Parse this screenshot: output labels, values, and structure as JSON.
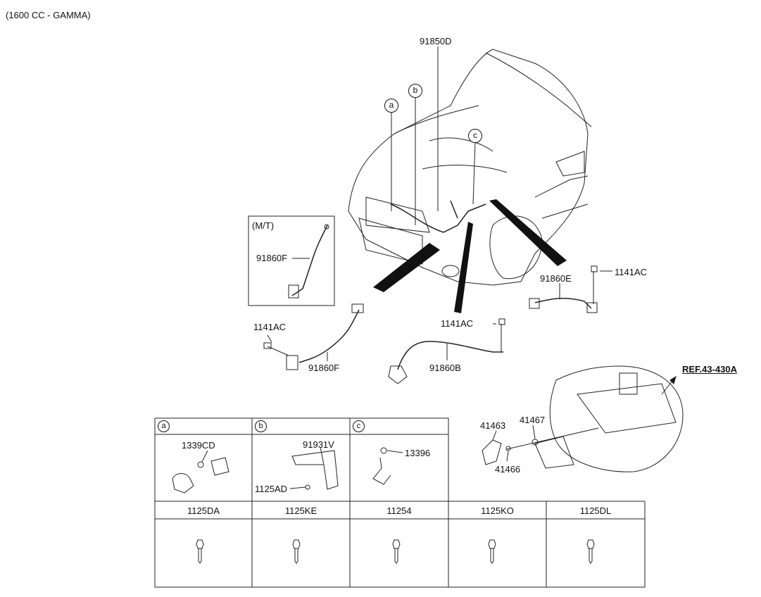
{
  "header": "(1600 CC - GAMMA)",
  "callouts": {
    "a": "a",
    "b": "b",
    "c": "c"
  },
  "parts": {
    "p91850D": "91850D",
    "mt_label": "(M/T)",
    "p91860F_mt": "91860F",
    "p1141AC_left": "1141AC",
    "p91860F": "91860F",
    "p1141AC_mid": "1141AC",
    "p91860B": "91860B",
    "p91860E": "91860E",
    "p1141AC_right": "1141AC",
    "ref": "REF.43-430A",
    "p41463": "41463",
    "p41467": "41467",
    "p41466": "41466"
  },
  "table_top": {
    "a": {
      "key": "a",
      "part": "1339CD"
    },
    "b": {
      "key": "b",
      "part1": "91931V",
      "part2": "1125AD"
    },
    "c": {
      "key": "c",
      "part": "13396"
    }
  },
  "table_bottom": [
    "1125DA",
    "1125KE",
    "11254",
    "1125KO",
    "1125DL"
  ]
}
